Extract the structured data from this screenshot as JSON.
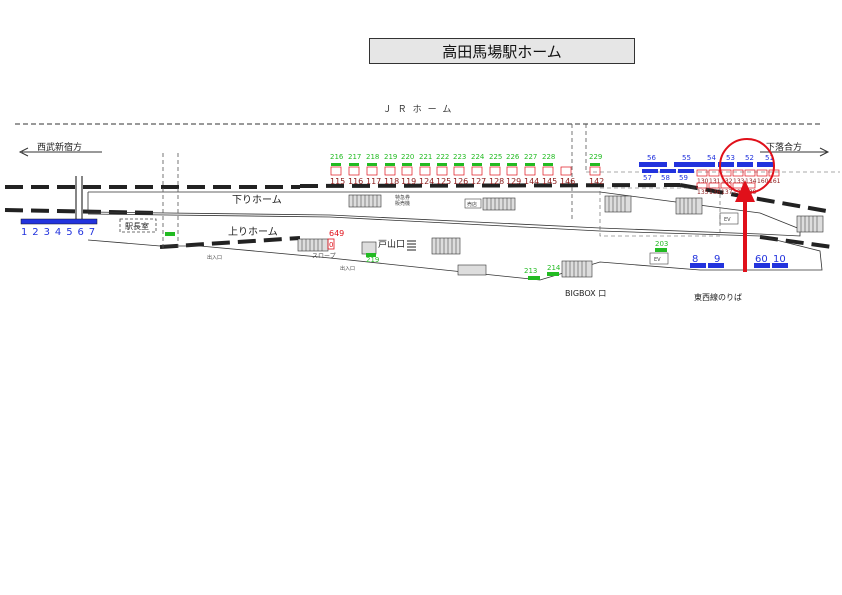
{
  "title": "高田馬場駅ホーム",
  "labels": {
    "jr_home": "ＪＲホーム",
    "seibu_direction": "西武新宿方",
    "shimo_ochiai_direction": "下落合方",
    "kudari_home": "下りホーム",
    "nobori_home": "上りホーム",
    "ekichoshitsu": "駅長室",
    "toyamaguchi": "戸山口",
    "bigbox_exit": "BIGBOX 口",
    "tozai_norib": "東西線のりば",
    "ev": "EV",
    "slope": "スロープ",
    "deiriguchi": "出入口",
    "tokkyuken": "特急券",
    "hanbaiki": "販売機",
    "baiten": "売店"
  },
  "colors": {
    "green": "#22bb22",
    "blue": "#2233dd",
    "dark_red": "#8b1a1a",
    "red": "#e0101a",
    "black": "#222222"
  },
  "numbers": {
    "blue_left": [
      "1",
      "2",
      "3",
      "4",
      "5",
      "6",
      "7"
    ],
    "green_top": [
      "216",
      "217",
      "218",
      "219",
      "220",
      "221",
      "222",
      "223",
      "224",
      "225",
      "226",
      "227",
      "228",
      "229"
    ],
    "red_bottom": [
      "115",
      "116",
      "117",
      "118",
      "119",
      "124",
      "125",
      "126",
      "127",
      "128",
      "129",
      "144",
      "145",
      "146",
      "142"
    ],
    "blue_top": [
      "56",
      "55",
      "54",
      "53",
      "52",
      "51"
    ],
    "blue_top_below": [
      "57",
      "58",
      "59"
    ],
    "red_right_row1": [
      "130",
      "131",
      "132",
      "133",
      "134",
      "160",
      "161"
    ],
    "red_right_row2": [
      "135",
      "136",
      "137",
      "138",
      "139"
    ],
    "red_649": "649",
    "red_0": "0",
    "green_219b": "219",
    "green_203": "203",
    "green_213": "213",
    "green_214": "214",
    "blue_8": "8",
    "blue_9": "9",
    "blue_60": "60",
    "blue_10": "10"
  }
}
